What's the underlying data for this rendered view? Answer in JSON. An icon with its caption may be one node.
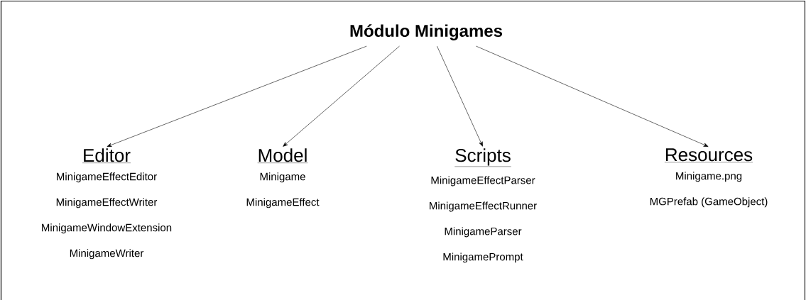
{
  "diagram": {
    "nodes": [
      {
        "text": [
          "Módulo Minigames"
        ]
      },
      {
        "text": [
          "Editor",
          "MinigameEffectEditor",
          "MinigameEffectWriter",
          "MinigameWindowExtension",
          "MinigameWriter"
        ]
      },
      {
        "text": [
          "Model",
          "Minigame",
          "MinigameEffect"
        ]
      },
      {
        "text": [
          "Scripts",
          "MinigameEffectParser",
          "MinigameEffectRunner",
          "MinigameParser",
          "MinigamePrompt"
        ]
      },
      {
        "text": [
          "Resources",
          "Minigame.png",
          "MGPrefab (GameObject)"
        ]
      }
    ],
    "edges": [
      {
        "from": 0,
        "to": 1,
        "arrow": "to"
      },
      {
        "from": 0,
        "to": 2,
        "arrow": "to"
      },
      {
        "from": 0,
        "to": 3,
        "arrow": "to"
      },
      {
        "from": 0,
        "to": 4,
        "arrow": "to"
      }
    ]
  }
}
